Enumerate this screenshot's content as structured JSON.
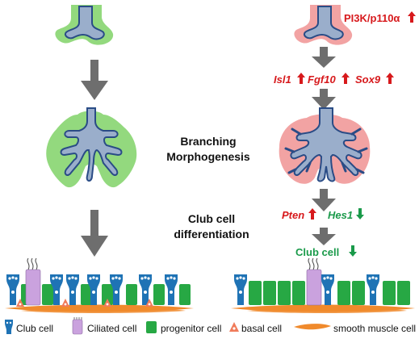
{
  "colors": {
    "airway_fill": "#9aaecb",
    "airway_stroke": "#2a4c86",
    "normal_mesenchyme": "#93d97e",
    "mutant_mesenchyme": "#f2a3a3",
    "arrow": "#6e6e6e",
    "up_red": "#d7191c",
    "down_green": "#1a9a4a",
    "club_cell": "#1f73b5",
    "ciliated_cell": "#caa2de",
    "progenitor_cell": "#27a844",
    "basal_cell": "#f07b5a",
    "smooth_muscle": "#f08a2c"
  },
  "labels": {
    "pi3k": "PI3K/p110α",
    "isl1": "Isl1",
    "fgf10": "Fgf10",
    "sox9": "Sox9",
    "branching_line1": "Branching",
    "branching_line2": "Morphogenesis",
    "club_diff_line1": "Club cell",
    "club_diff_line2": "differentiation",
    "pten": "Pten",
    "hes1": "Hes1",
    "club_cell_change": "Club cell"
  },
  "legend": {
    "club": "Club cell",
    "ciliated": "Ciliated cell",
    "progenitor": "progenitor cell",
    "basal": "basal cell",
    "smooth_muscle": "smooth muscle cell"
  }
}
